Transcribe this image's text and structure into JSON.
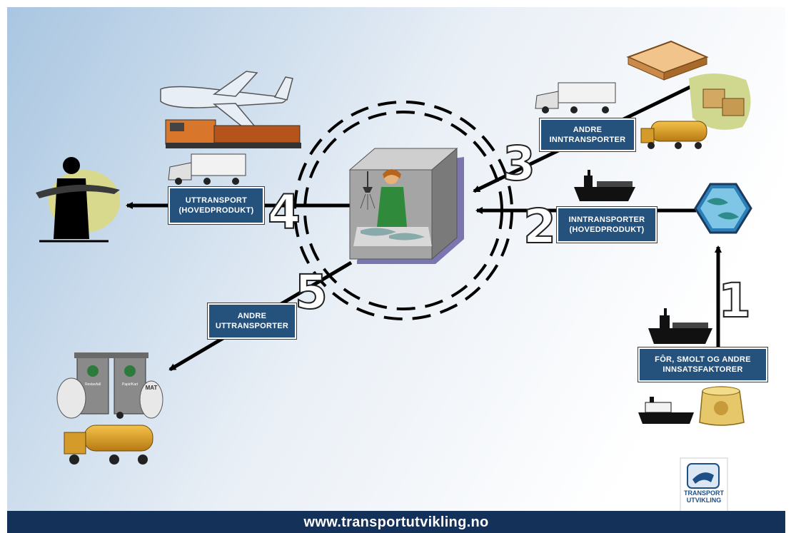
{
  "diagram": {
    "boxes": {
      "andre_inntransporter": [
        "ANDRE",
        "INNTRANSPORTER"
      ],
      "uttransport": [
        "UTTRANSPORT",
        "(HOVEDPRODUKT)"
      ],
      "inntransporter": [
        "INNTRANSPORTER",
        "(HOVEDPRODUKT)"
      ],
      "andre_uttransporter": [
        "ANDRE",
        "UTTRANSPORTER"
      ],
      "fôr": [
        "FÔR, SMOLT OG ANDRE",
        "INNSATSFAKTORER"
      ]
    },
    "numbers": [
      "1",
      "2",
      "3",
      "4",
      "5"
    ],
    "bin_labels": {
      "bin_left": "Restavfall",
      "bin_right": "Papir/Kart",
      "bag": "MAT"
    }
  },
  "footer": {
    "url": "www.transportutvikling.no"
  },
  "logo": {
    "lines": [
      "TRANSPORT",
      "UTVIKLING"
    ]
  },
  "colors": {
    "box_bg": "#24527d",
    "footer_bg": "#14315a",
    "background_left": "#a9c6e1",
    "background_right": "#ffffff"
  }
}
